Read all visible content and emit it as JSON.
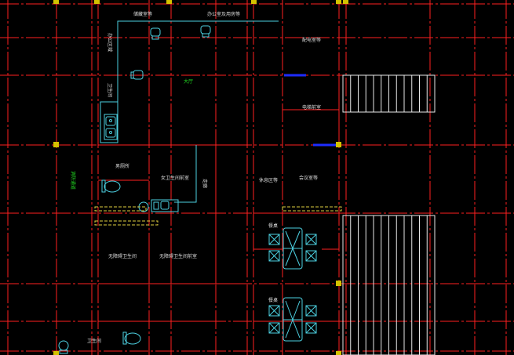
{
  "drawing": {
    "background": "#000000",
    "colors": {
      "grid_axis": "#ff2020",
      "wall": "#e8e8e8",
      "fixture": "#4dd0e1",
      "column": "#d4c200",
      "green_text": "#22dd22",
      "white_text": "#dddddd",
      "window": "#1e2cff",
      "door_hatch": "#e0d040"
    },
    "room_labels": [
      {
        "id": "label-top-1",
        "text": "储藏室等",
        "color": "white"
      },
      {
        "id": "label-top-2",
        "text": "办公室及用房等",
        "color": "white"
      },
      {
        "id": "label-left-vert",
        "text": "办公区域",
        "color": "white"
      },
      {
        "id": "label-left-vert-2",
        "text": "卫生间",
        "color": "white"
      },
      {
        "id": "label-green-center",
        "text": "大厅",
        "color": "green"
      },
      {
        "id": "label-right-1",
        "text": "配电室等",
        "color": "white"
      },
      {
        "id": "label-right-2",
        "text": "电梯前室",
        "color": "white"
      },
      {
        "id": "label-mid-1",
        "text": "男厕所",
        "color": "white"
      },
      {
        "id": "label-mid-2",
        "text": "女卫生间前室",
        "color": "white"
      },
      {
        "id": "label-mid-vert",
        "text": "走廊",
        "color": "white"
      },
      {
        "id": "label-mid-3",
        "text": "休息区等",
        "color": "white"
      },
      {
        "id": "label-mid-4",
        "text": "会议室等",
        "color": "white"
      },
      {
        "id": "label-green-left",
        "text": "消防通道",
        "color": "green"
      },
      {
        "id": "label-low-1",
        "text": "无障碍卫生间",
        "color": "white"
      },
      {
        "id": "label-low-2",
        "text": "无障碍卫生间前室",
        "color": "white"
      },
      {
        "id": "label-table-1",
        "text": "餐桌",
        "color": "white"
      },
      {
        "id": "label-table-2",
        "text": "餐桌",
        "color": "white"
      },
      {
        "id": "label-bottom",
        "text": "卫生间",
        "color": "white"
      }
    ],
    "stairs": [
      {
        "id": "stair-upper",
        "treads": 12
      },
      {
        "id": "stair-lower",
        "treads": 12
      }
    ],
    "dining_sets": [
      {
        "id": "dining-set-1",
        "chairs": 4
      },
      {
        "id": "dining-set-2",
        "chairs": 4
      }
    ]
  }
}
